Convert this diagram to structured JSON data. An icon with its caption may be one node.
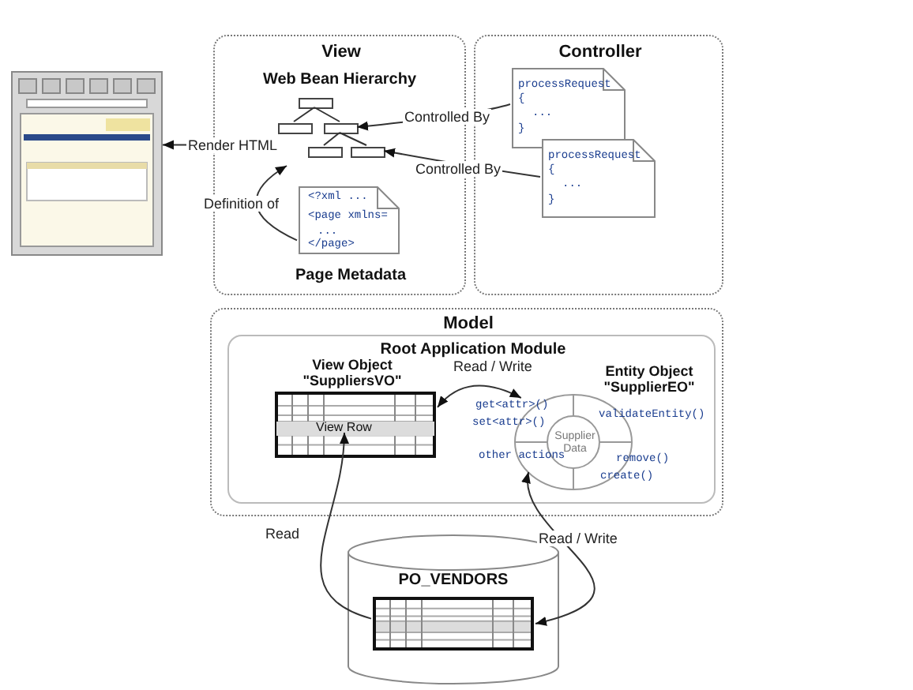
{
  "diagram": {
    "nodes": [
      {
        "text": [],
        "shape": "picture"
      },
      {
        "text": [
          "View"
        ]
      },
      {
        "text": [
          "Web Bean Hierarchy"
        ],
        "in": 1
      },
      {
        "text": [],
        "shape": "box",
        "in": 2
      },
      {
        "text": [],
        "shape": "box",
        "in": 2
      },
      {
        "text": [],
        "shape": "box",
        "in": 2
      },
      {
        "text": [],
        "shape": "box",
        "in": 2
      },
      {
        "text": [],
        "shape": "box",
        "in": 2
      },
      {
        "text": [
          "<?xml ...",
          "<page xmlns=",
          "...",
          "</page>",
          "Page Metadata"
        ],
        "in": 1
      },
      {
        "text": [
          "Controller"
        ]
      },
      {
        "text": [
          "processRequest",
          "{",
          "...",
          "}"
        ],
        "in": 9
      },
      {
        "text": [
          "processRequest",
          "{",
          "...",
          "}"
        ],
        "in": 9
      },
      {
        "text": [
          "Model"
        ]
      },
      {
        "text": [
          "Root Application Module"
        ],
        "in": 12
      },
      {
        "text": [
          "View Object \"SuppliersVO\""
        ],
        "in": 13
      },
      {
        "text": [
          "View Row"
        ],
        "in": 14
      },
      {
        "text": [
          "Entity Object \"SupplierEO\"",
          "get<attr>()",
          "set<attr>()",
          "validateEntity()",
          "other actions",
          "remove()",
          "create()"
        ],
        "in": 13
      },
      {
        "text": [
          "Supplier Data"
        ],
        "in": 16
      },
      {
        "text": [],
        "shape": "cylinder"
      },
      {
        "text": [
          "PO_VENDORS"
        ],
        "in": 18
      }
    ],
    "edges": [
      {
        "from": 2,
        "to": 0,
        "arrow": "to",
        "label": "Render HTML"
      },
      {
        "from": 3,
        "to": 4,
        "arrow": "none"
      },
      {
        "from": 3,
        "to": 5,
        "arrow": "none"
      },
      {
        "from": 5,
        "to": 6,
        "arrow": "none"
      },
      {
        "from": 5,
        "to": 7,
        "arrow": "none"
      },
      {
        "from": 10,
        "to": 5,
        "arrow": "to",
        "label": "Controlled By"
      },
      {
        "from": 11,
        "to": 7,
        "arrow": "to",
        "label": "Controlled By"
      },
      {
        "from": 8,
        "to": 2,
        "arrow": "to",
        "label": "Definition of"
      },
      {
        "from": 14,
        "to": 16,
        "arrow": "both",
        "label": "Read / Write"
      },
      {
        "from": 19,
        "to": 15,
        "arrow": "to",
        "label": "Read"
      },
      {
        "from": 19,
        "to": 16,
        "arrow": "both",
        "label": "Read / Write"
      }
    ]
  }
}
